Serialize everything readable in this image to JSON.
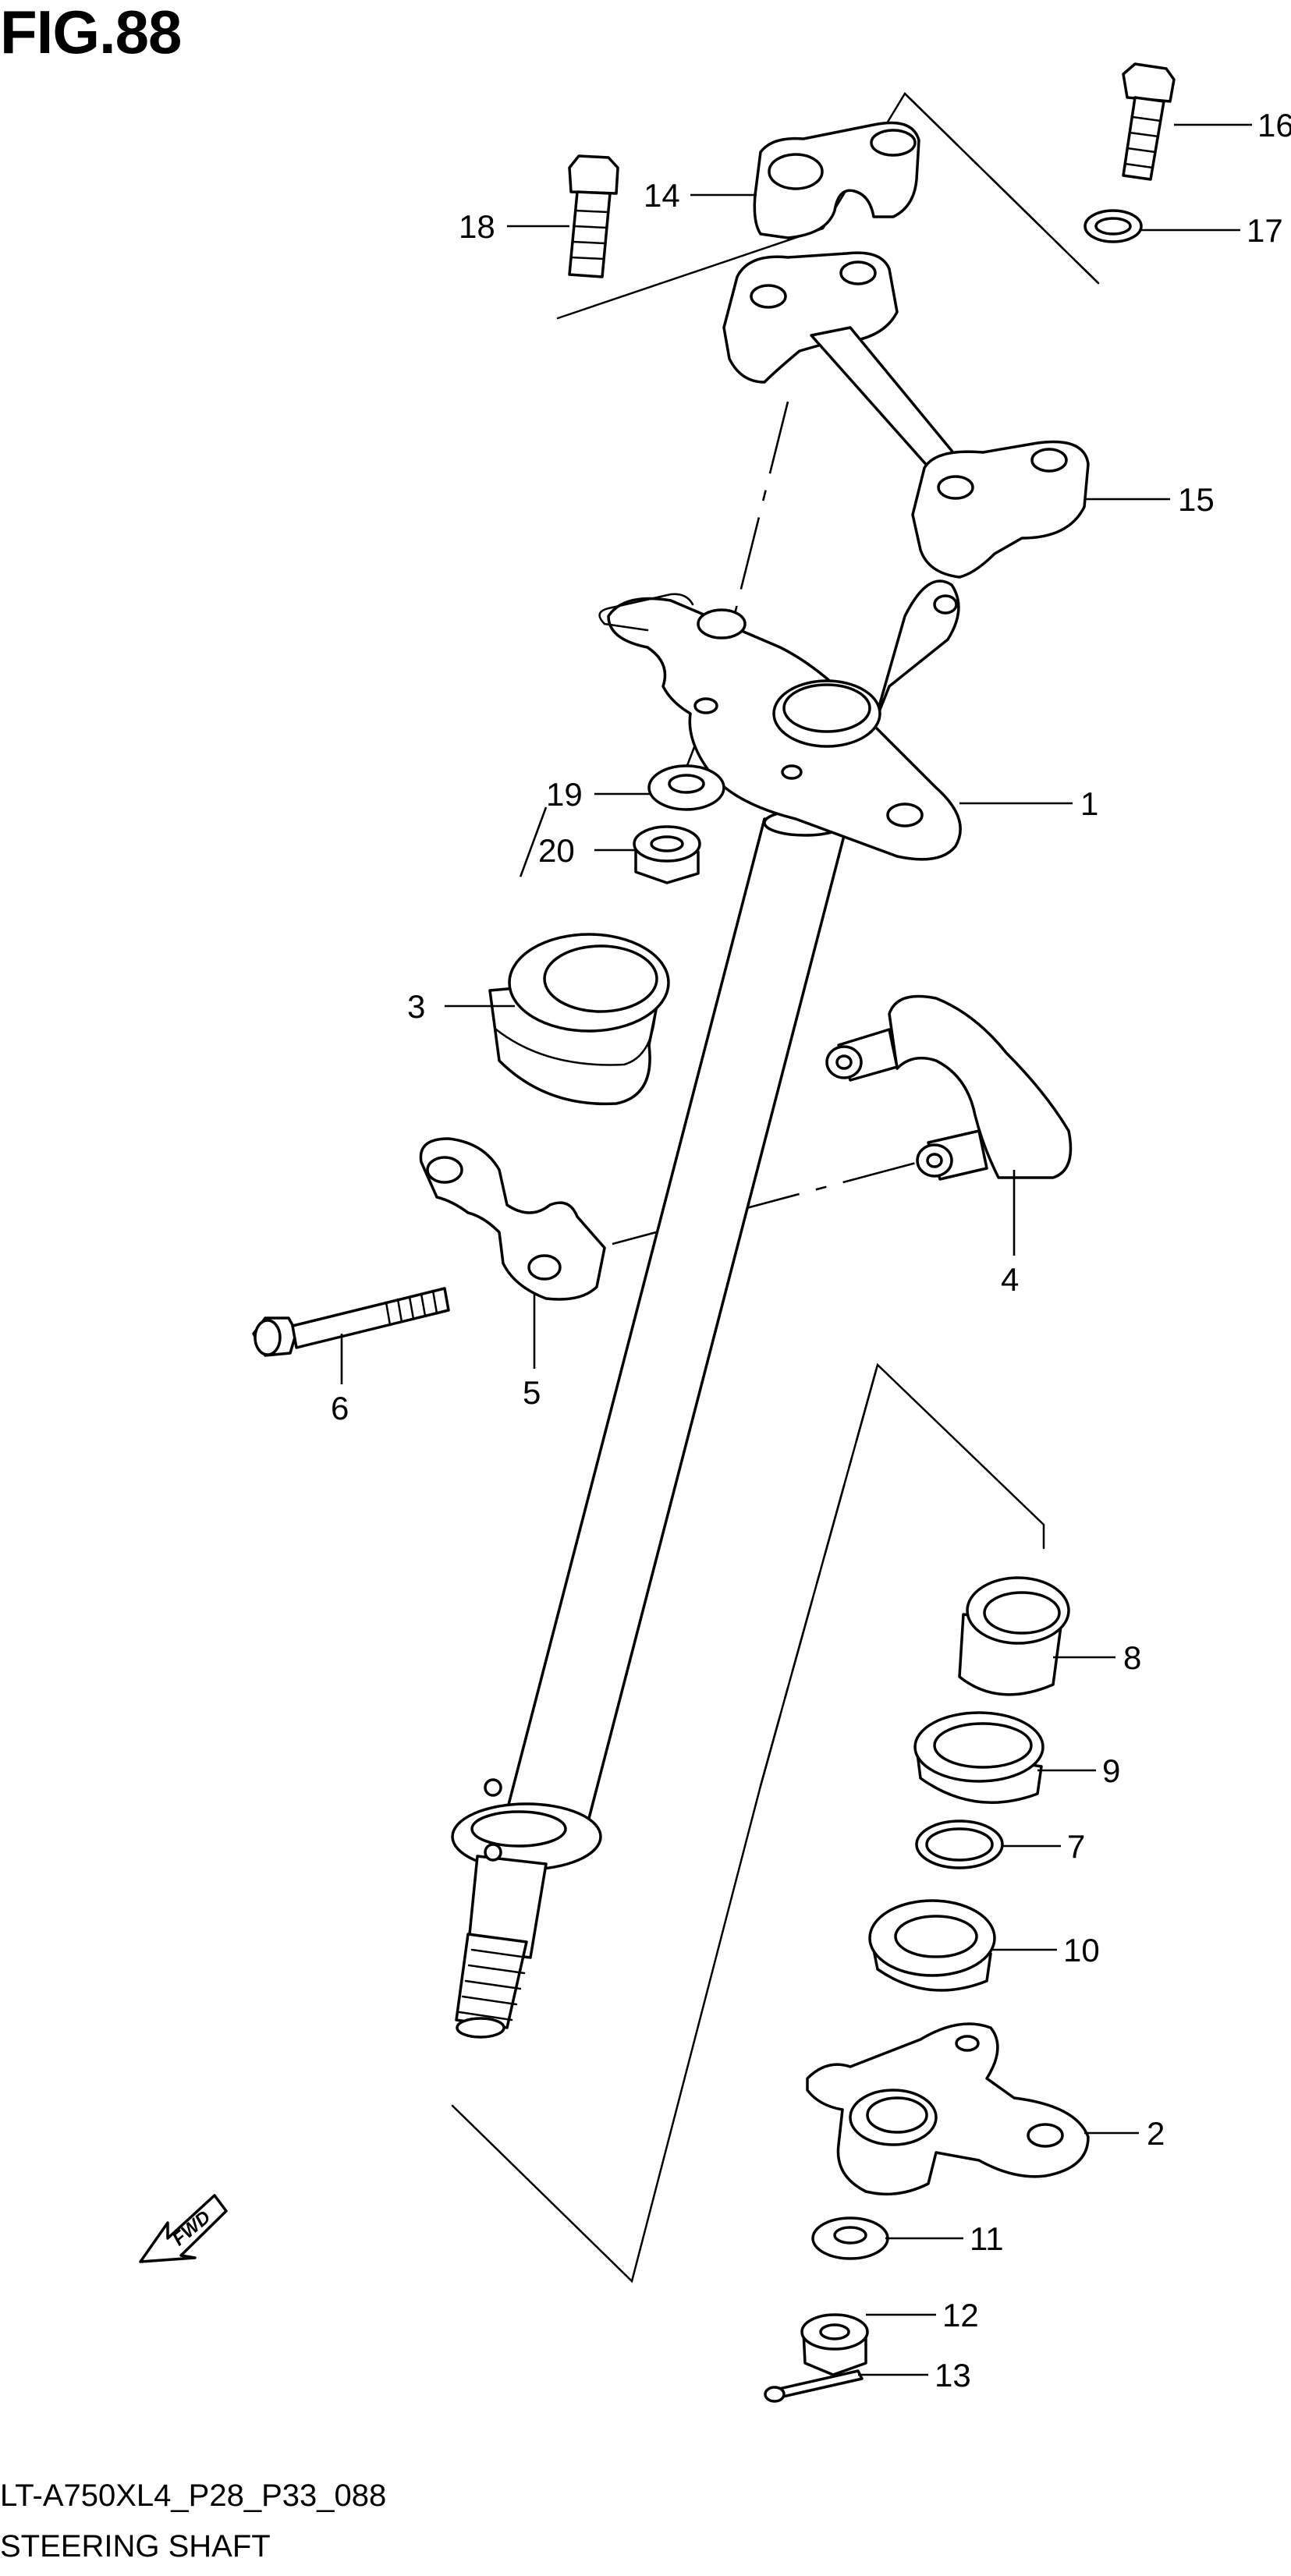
{
  "figure": {
    "title": "FIG.88",
    "model_code": "LT-A750XL4_P28_P33_088",
    "caption": "STEERING SHAFT"
  },
  "direction_badge": {
    "label": "FWD"
  },
  "callouts": [
    {
      "id": "c1",
      "number": "1"
    },
    {
      "id": "c2",
      "number": "2"
    },
    {
      "id": "c3",
      "number": "3"
    },
    {
      "id": "c4",
      "number": "4"
    },
    {
      "id": "c5",
      "number": "5"
    },
    {
      "id": "c6",
      "number": "6"
    },
    {
      "id": "c7",
      "number": "7"
    },
    {
      "id": "c8",
      "number": "8"
    },
    {
      "id": "c9",
      "number": "9"
    },
    {
      "id": "c10",
      "number": "10"
    },
    {
      "id": "c11",
      "number": "11"
    },
    {
      "id": "c12",
      "number": "12"
    },
    {
      "id": "c13",
      "number": "13"
    },
    {
      "id": "c14",
      "number": "14"
    },
    {
      "id": "c15",
      "number": "15"
    },
    {
      "id": "c16",
      "number": "16"
    },
    {
      "id": "c17",
      "number": "17"
    },
    {
      "id": "c18",
      "number": "18"
    },
    {
      "id": "c19",
      "number": "19"
    },
    {
      "id": "c20",
      "number": "20"
    }
  ]
}
